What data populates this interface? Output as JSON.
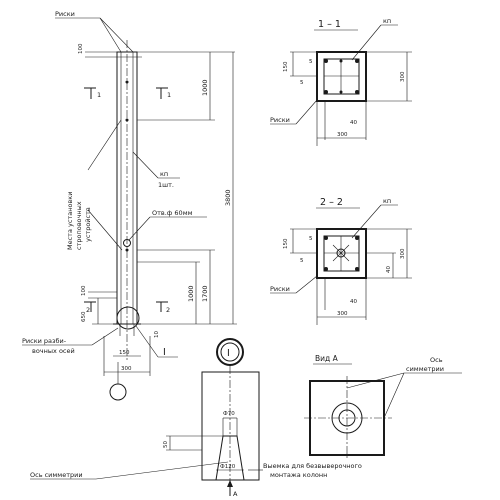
{
  "column": {
    "label_riski_top": "Риски",
    "label_kp": "кп",
    "label_kp_count": "1шт.",
    "label_places": "Места установки",
    "label_places_2": "строповочных",
    "label_places_3": "устройств",
    "label_hole": "Отв.ф 60мм",
    "label_riski_axes": "Риски разби-",
    "label_riski_axes_2": "вочных осей",
    "dim_100_top": "100",
    "dim_1000_top": "1000",
    "dim_3800": "3800",
    "dim_1000_bot": "1000",
    "dim_1700": "1700",
    "dim_100_bot": "100",
    "dim_650": "650",
    "dim_10": "10",
    "dim_150": "150",
    "dim_300": "300",
    "section_1": "1",
    "section_2": "2",
    "node_I": "I"
  },
  "section_1_1": {
    "title": "1 – 1",
    "kp": "кп",
    "riski": "Риски",
    "dim_150": "150",
    "dim_5a": "5",
    "dim_5b": "5",
    "dim_300_v": "300",
    "dim_40": "40",
    "dim_300_h": "300"
  },
  "section_2_2": {
    "title": "2 – 2",
    "kp": "кп",
    "riski": "Риски",
    "dim_150": "150",
    "dim_5a": "5",
    "dim_5b": "5",
    "dim_300_v": "300",
    "dim_40v": "40",
    "dim_40": "40",
    "dim_300_h": "300"
  },
  "detail_I": {
    "marker": "I",
    "dim_70": "Ф70",
    "dim_50": "50",
    "dim_120": "Ф120",
    "axis_label": "Ось симметрии",
    "recess_label": "Выемка для безвыверочного",
    "recess_label_2": "монтажа   колонн",
    "arrow": "А"
  },
  "view_A": {
    "title": "Вид А",
    "axis_label": "Ось",
    "axis_label_2": "симметрии"
  }
}
